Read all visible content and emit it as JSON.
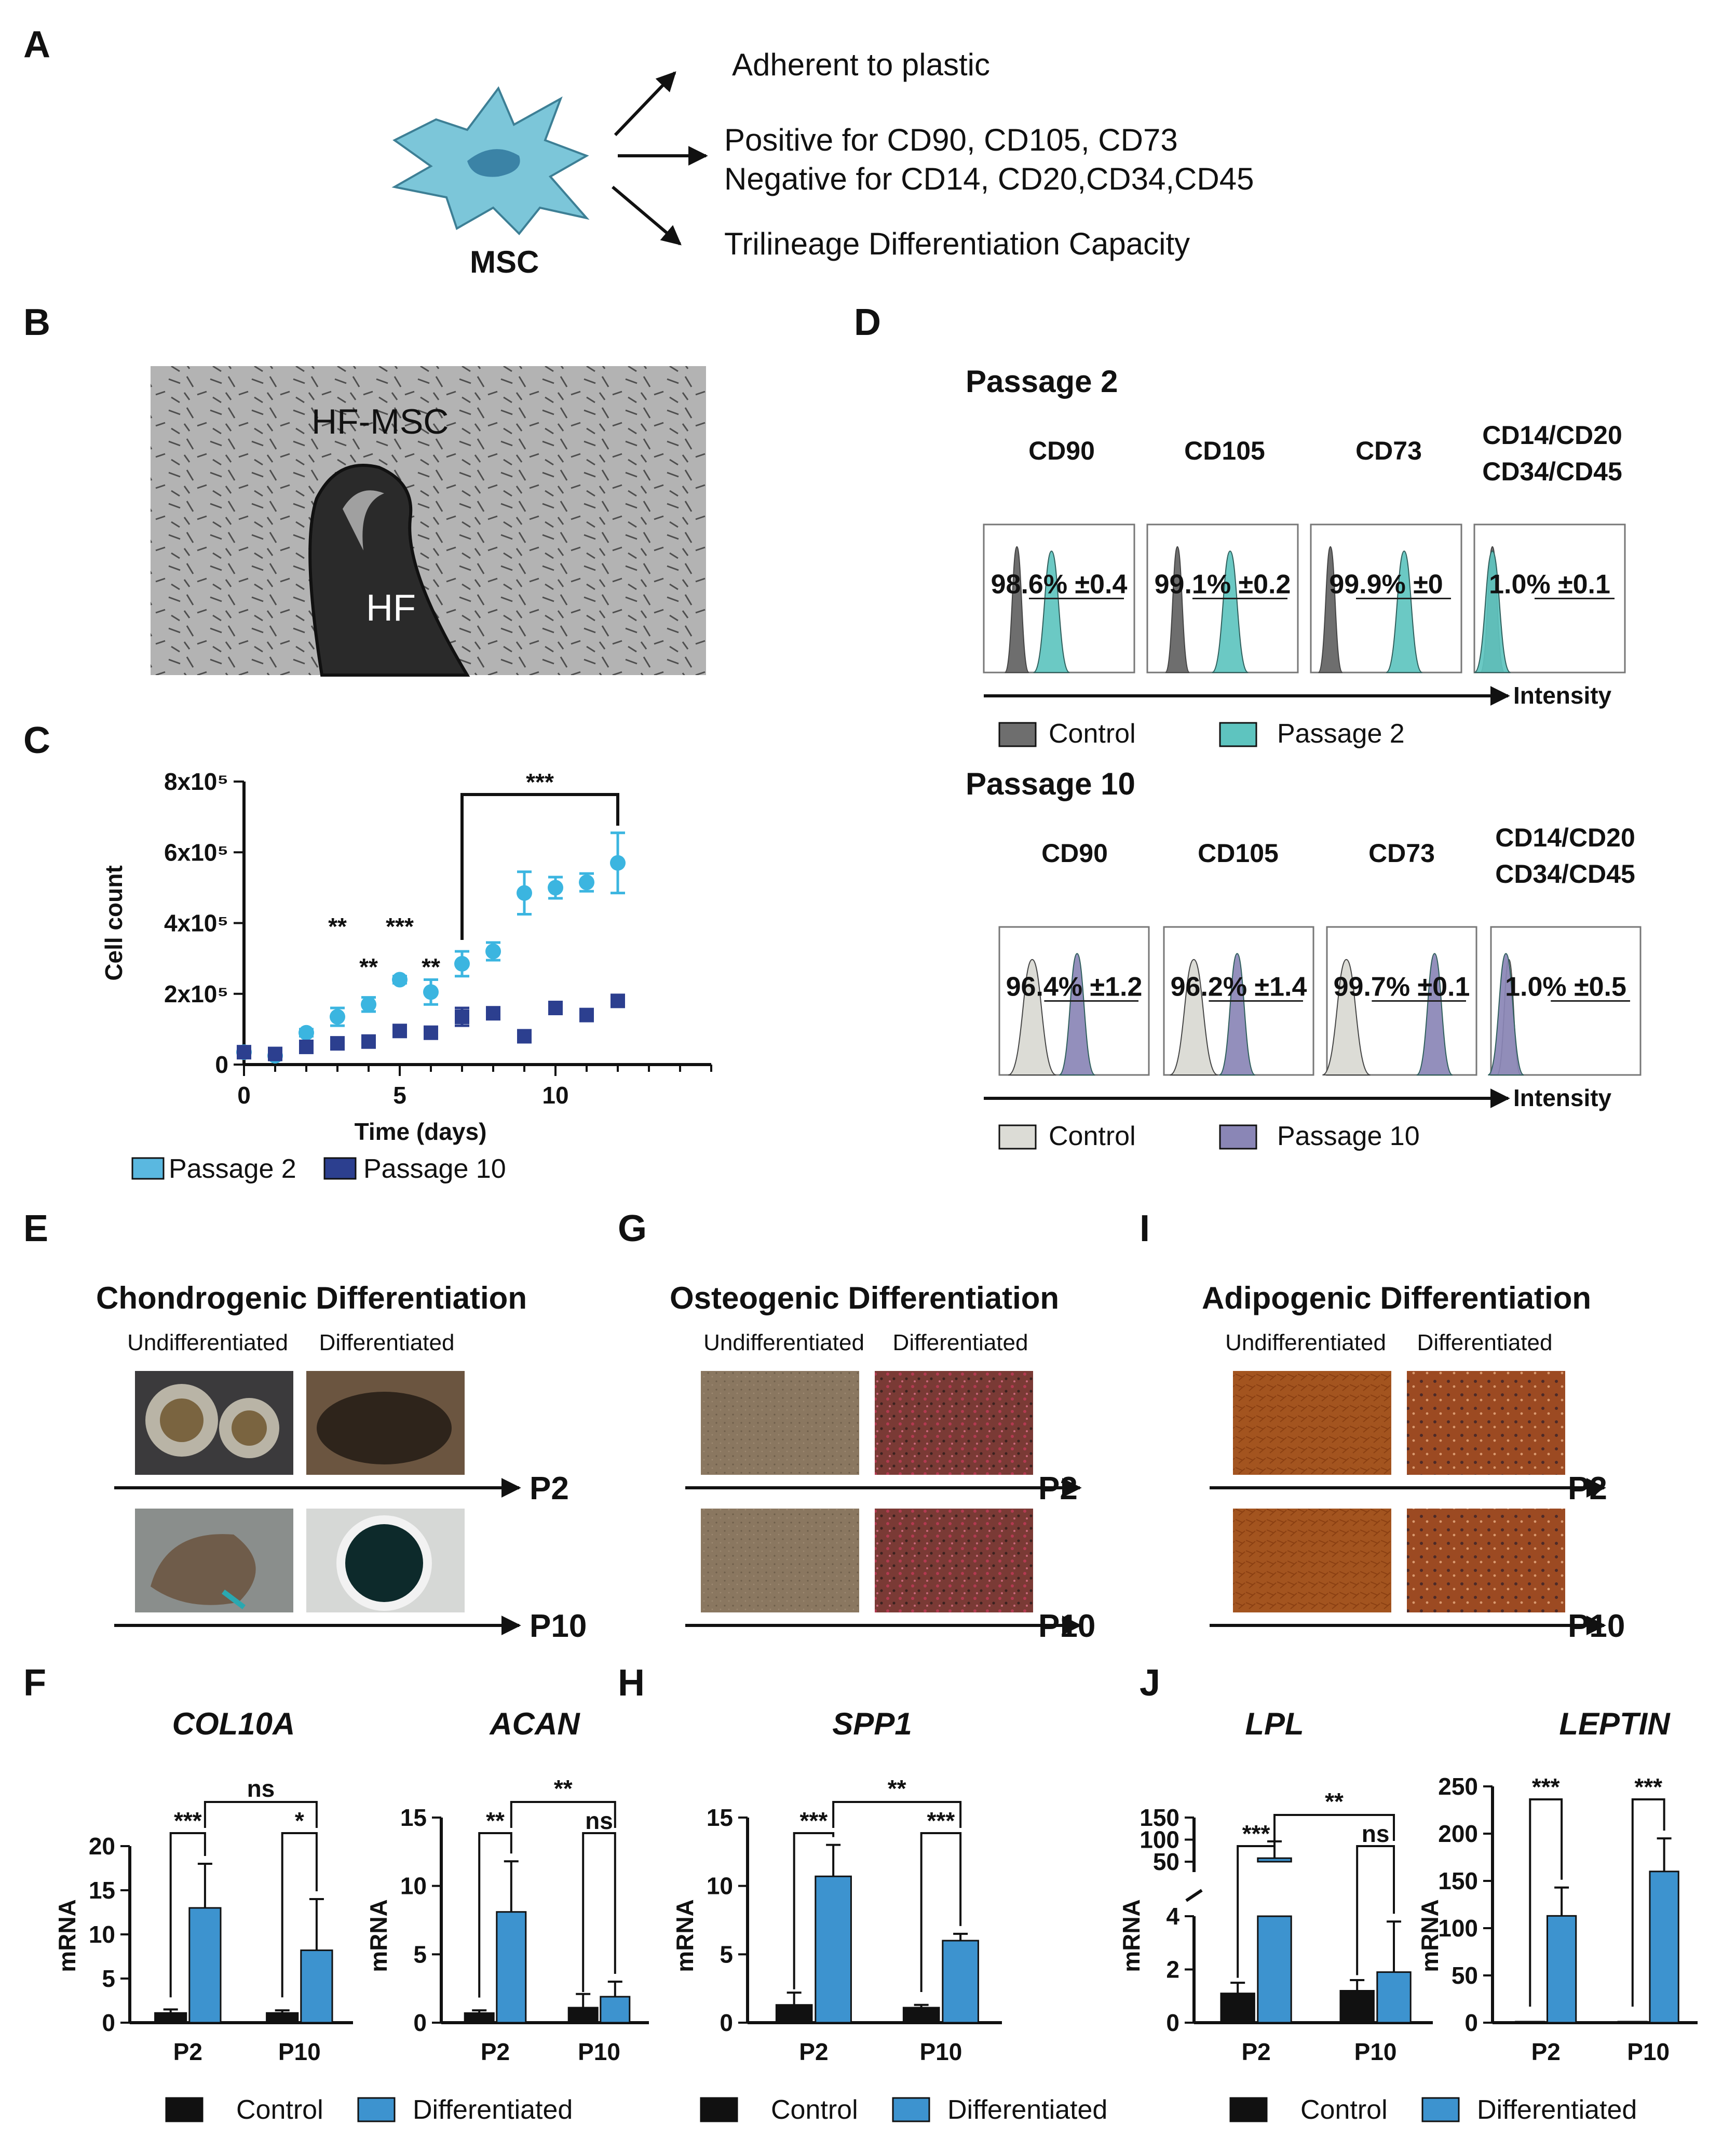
{
  "panels": {
    "A": "A",
    "B": "B",
    "C": "C",
    "D": "D",
    "E": "E",
    "F": "F",
    "G": "G",
    "H": "H",
    "I": "I",
    "J": "J"
  },
  "msc": {
    "label": "MSC",
    "criteria": [
      "Adherent to plastic",
      "Positive for CD90, CD105, CD73",
      "Negative for CD14, CD20,CD34,CD45",
      "Trilineage Differentiation Capacity"
    ]
  },
  "micro": {
    "hf_msc": "HF-MSC",
    "hf": "HF"
  },
  "flow": {
    "p2": {
      "title": "Passage 2",
      "markers": [
        "CD90",
        "CD105",
        "CD73",
        "CD14/CD20",
        "CD34/CD45"
      ],
      "values": [
        "98.6% ±0.4",
        "99.1% ±0.2",
        "99.9% ±0",
        "1.0% ±0.1"
      ],
      "intensity": "Intensity",
      "legend": [
        "Control",
        "Passage 2"
      ]
    },
    "p10": {
      "title": "Passage 10",
      "markers": [
        "CD90",
        "CD105",
        "CD73",
        "CD14/CD20",
        "CD34/CD45"
      ],
      "values": [
        "96.4% ±1.2",
        "96.2% ±1.4",
        "99.7% ±0.1",
        "1.0% ±0.5"
      ],
      "intensity": "Intensity",
      "legend": [
        "Control",
        "Passage 10"
      ]
    },
    "colors": {
      "control_p2": "#6e6e6e",
      "p2": "#5ec4bf",
      "control_p10": "#dcdcd6",
      "p10": "#8a86b6"
    }
  },
  "diff": {
    "chondro": {
      "title": "Chondrogenic Differentiation",
      "undiff": "Undifferentiated",
      "diff": "Differentiated"
    },
    "osteo": {
      "title": "Osteogenic Differentiation",
      "undiff": "Undifferentiated",
      "diff": "Differentiated"
    },
    "adipo": {
      "title": "Adipogenic Differentiation",
      "undiff": "Undifferentiated",
      "diff": "Differentiated"
    },
    "p2": "P2",
    "p10": "P10"
  },
  "chart_data": [
    {
      "id": "C",
      "type": "scatter",
      "xlabel": "Time (days)",
      "ylabel": "Cell count",
      "xlim": [
        0,
        15
      ],
      "ylim": [
        0,
        800000
      ],
      "xticks": [
        0,
        5,
        10
      ],
      "yticks": [
        {
          "v": 0,
          "label": "0"
        },
        {
          "v": 200000,
          "label": "2x10⁵"
        },
        {
          "v": 400000,
          "label": "4x10⁵"
        },
        {
          "v": 600000,
          "label": "6x10⁵"
        },
        {
          "v": 800000,
          "label": "8x10⁵"
        }
      ],
      "series": [
        {
          "name": "Passage 2",
          "color": "#3bb5e0",
          "marker": "circle",
          "x": [
            0,
            1,
            2,
            3,
            4,
            5,
            6,
            7,
            8,
            9,
            10,
            11,
            12
          ],
          "y": [
            35000,
            25000,
            90000,
            135000,
            170000,
            240000,
            205000,
            285000,
            320000,
            485000,
            500000,
            515000,
            570000
          ],
          "err": [
            8000,
            8000,
            10000,
            25000,
            20000,
            10000,
            35000,
            35000,
            25000,
            60000,
            30000,
            25000,
            85000
          ]
        },
        {
          "name": "Passage 10",
          "color": "#2c3f8f",
          "marker": "square",
          "x": [
            0,
            1,
            2,
            3,
            4,
            5,
            6,
            7,
            8,
            9,
            10,
            11,
            12
          ],
          "y": [
            35000,
            30000,
            50000,
            60000,
            65000,
            95000,
            90000,
            135000,
            145000,
            80000,
            160000,
            140000,
            180000
          ],
          "err": [
            5000,
            5000,
            8000,
            8000,
            8000,
            10000,
            10000,
            25000,
            10000,
            10000,
            10000,
            10000,
            10000
          ]
        }
      ],
      "significance": [
        {
          "x": 3,
          "label": "**"
        },
        {
          "x": 4,
          "label": "**"
        },
        {
          "x": 5,
          "label": "***"
        },
        {
          "x": 6,
          "label": "**"
        },
        {
          "x": [
            7,
            12
          ],
          "label": "***"
        }
      ]
    },
    {
      "id": "F1",
      "type": "bar",
      "title": "COL10A",
      "ylabel": "mRNA",
      "ylim": [
        0,
        20
      ],
      "yticks": [
        0,
        5,
        10,
        15,
        20
      ],
      "groups": [
        "P2",
        "P10"
      ],
      "series": [
        {
          "name": "Control",
          "values": [
            1.1,
            1.1
          ],
          "err": [
            0.4,
            0.3
          ]
        },
        {
          "name": "Differentiated",
          "values": [
            13,
            8.2
          ],
          "err": [
            5,
            5.8
          ]
        }
      ],
      "sig": [
        {
          "type": "within",
          "group": 0,
          "label": "***"
        },
        {
          "type": "within",
          "group": 1,
          "label": "*"
        },
        {
          "type": "between",
          "label": "ns"
        }
      ]
    },
    {
      "id": "F2",
      "type": "bar",
      "title": "ACAN",
      "ylabel": "mRNA",
      "ylim": [
        0,
        15
      ],
      "yticks": [
        0,
        5,
        10,
        15
      ],
      "groups": [
        "P2",
        "P10"
      ],
      "series": [
        {
          "name": "Control",
          "values": [
            0.7,
            1.1
          ],
          "err": [
            0.2,
            1.0
          ]
        },
        {
          "name": "Differentiated",
          "values": [
            8.1,
            1.9
          ],
          "err": [
            3.7,
            1.1
          ]
        }
      ],
      "sig": [
        {
          "type": "within",
          "group": 0,
          "label": "**"
        },
        {
          "type": "within",
          "group": 1,
          "label": "ns"
        },
        {
          "type": "between",
          "label": "**"
        }
      ]
    },
    {
      "id": "H",
      "type": "bar",
      "title": "SPP1",
      "ylabel": "mRNA",
      "ylim": [
        0,
        15
      ],
      "yticks": [
        0,
        5,
        10,
        15
      ],
      "groups": [
        "P2",
        "P10"
      ],
      "series": [
        {
          "name": "Control",
          "values": [
            1.3,
            1.1
          ],
          "err": [
            0.9,
            0.2
          ]
        },
        {
          "name": "Differentiated",
          "values": [
            10.7,
            6.0
          ],
          "err": [
            2.3,
            0.5
          ]
        }
      ],
      "sig": [
        {
          "type": "within",
          "group": 0,
          "label": "***"
        },
        {
          "type": "within",
          "group": 1,
          "label": "***"
        },
        {
          "type": "between",
          "label": "**"
        }
      ]
    },
    {
      "id": "J1",
      "type": "bar",
      "title": "LPL",
      "ylabel": "mRNA",
      "broken_axis": true,
      "yticks_low": [
        0,
        2,
        4
      ],
      "yticks_high": [
        50,
        100,
        150
      ],
      "groups": [
        "P2",
        "P10"
      ],
      "series": [
        {
          "name": "Control",
          "values": [
            1.1,
            1.2
          ],
          "err": [
            0.4,
            0.4
          ]
        },
        {
          "name": "Differentiated",
          "values": [
            58,
            1.9
          ],
          "err": [
            38,
            1.9
          ]
        }
      ],
      "sig": [
        {
          "type": "within",
          "group": 0,
          "label": "***"
        },
        {
          "type": "within",
          "group": 1,
          "label": "ns"
        },
        {
          "type": "between",
          "label": "**"
        }
      ]
    },
    {
      "id": "J2",
      "type": "bar",
      "title": "LEPTIN",
      "ylabel": "mRNA",
      "ylim": [
        0,
        250
      ],
      "yticks": [
        0,
        50,
        100,
        150,
        200,
        250
      ],
      "groups": [
        "P2",
        "P10"
      ],
      "series": [
        {
          "name": "Control",
          "values": [
            0.5,
            0.5
          ],
          "err": [
            0,
            0
          ]
        },
        {
          "name": "Differentiated",
          "values": [
            113,
            160
          ],
          "err": [
            30,
            35
          ]
        }
      ],
      "sig": [
        {
          "type": "within",
          "group": 0,
          "label": "***"
        },
        {
          "type": "within",
          "group": 1,
          "label": "***"
        }
      ]
    }
  ],
  "legend_c": [
    "Passage 2",
    "Passage 10"
  ],
  "legend_bar": [
    "Control",
    "Differentiated"
  ],
  "bar_colors": {
    "control": "#111111",
    "diff": "#3d93cf"
  }
}
